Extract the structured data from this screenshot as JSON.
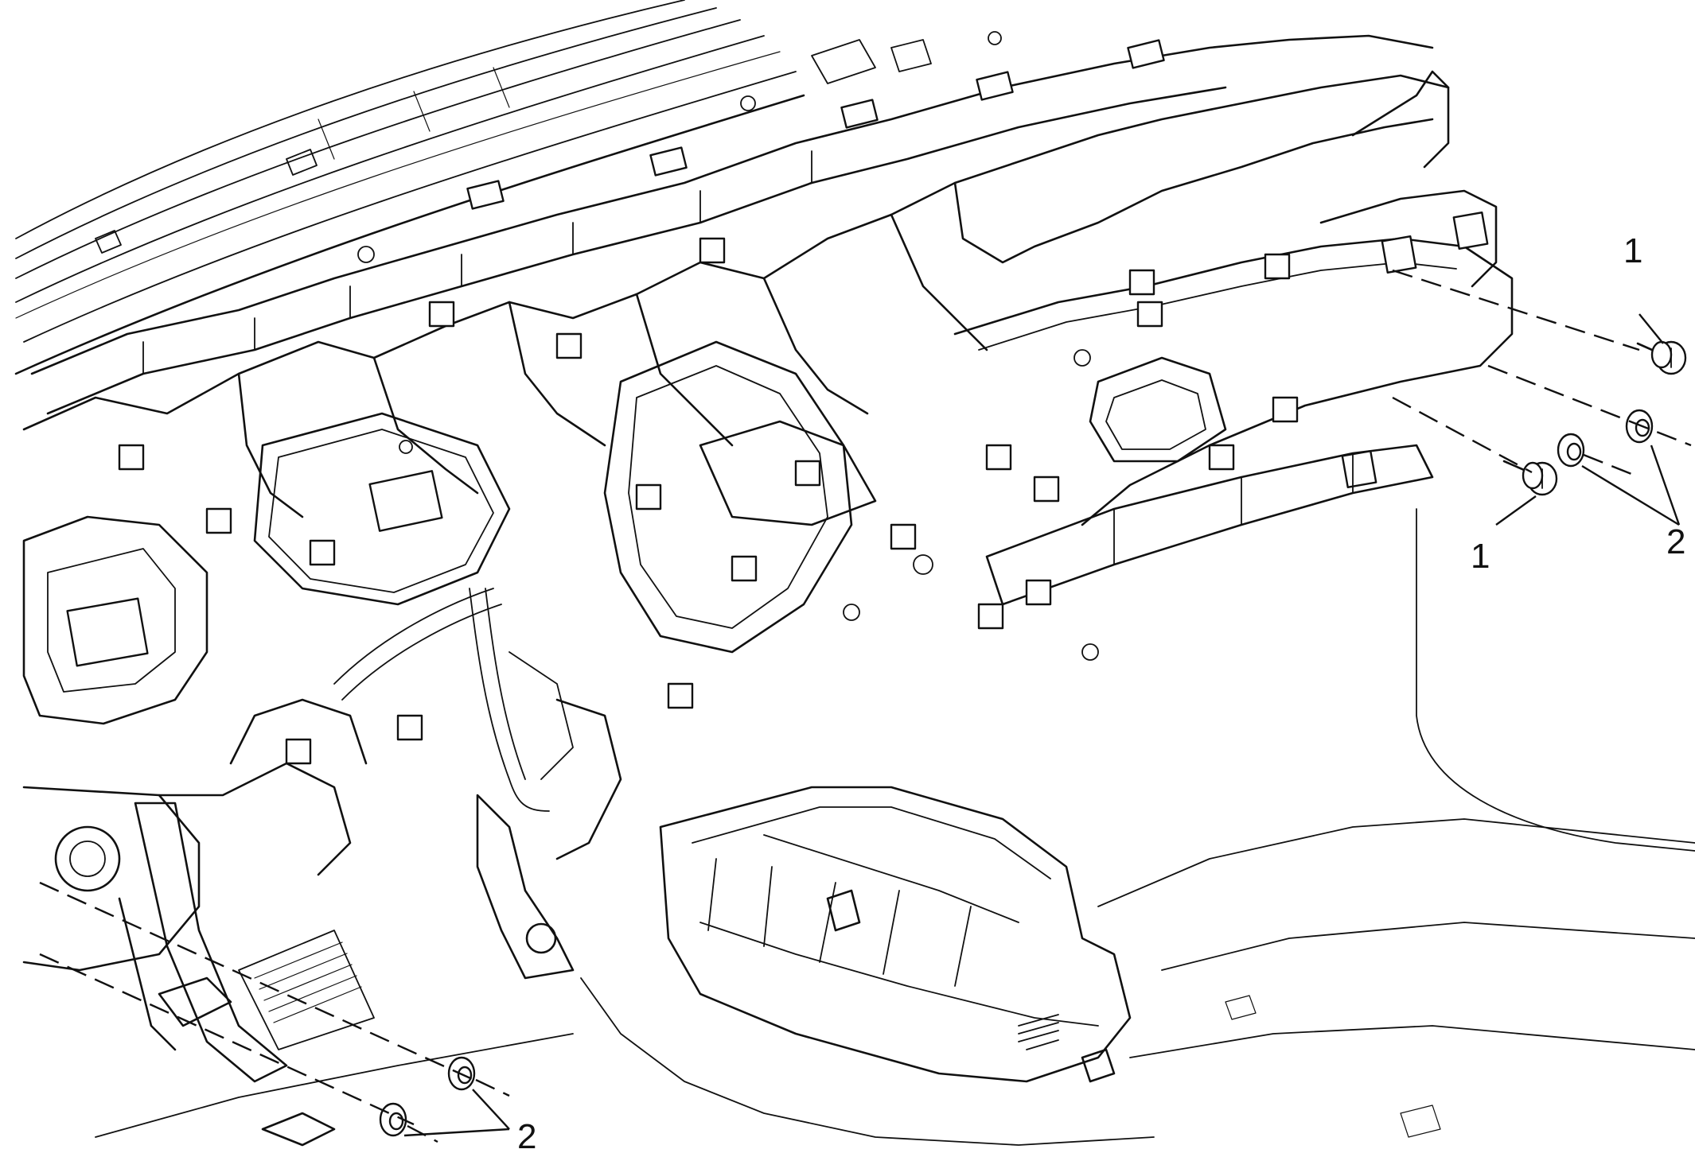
{
  "diagram": {
    "callouts": {
      "bolt_upper_right": "1",
      "bolt_lower_right": "1",
      "nut_right": "2",
      "nut_left": "2"
    }
  }
}
